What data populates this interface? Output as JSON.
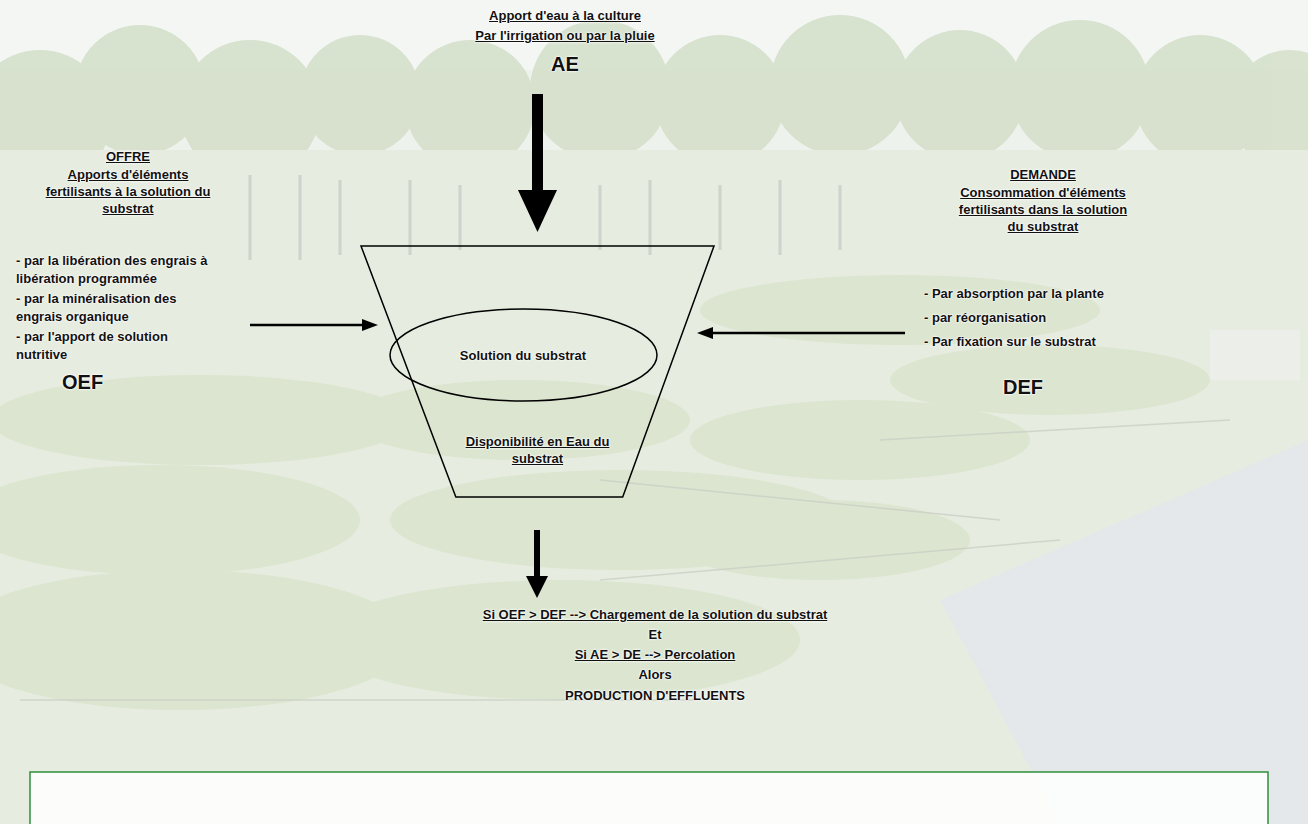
{
  "diagram": {
    "nodes": [
      {
        "text": [
          "Disponibilité en Eau du substrat"
        ]
      },
      {
        "text": [
          "Solution du substrat"
        ],
        "in": 0
      }
    ],
    "labels": [
      "Apport d'eau à la culture",
      "Par l'irrigation ou par la pluie",
      "AE",
      "OFFRE",
      "Apports d'éléments fertilisants à la solution du substrat",
      "- par la libération des engrais à libération programmée",
      "- par la minéralisation des engrais organique",
      "- par l'apport de solution nutritive",
      "OEF",
      "DEMANDE",
      "Consommation d'éléments fertilisants dans la solution du substrat",
      "- Par absorption par la plante",
      "- par réorganisation",
      "- Par fixation sur le substrat",
      "DEF",
      "Si OEF > DEF --> Chargement de la solution du substrat",
      "Et",
      "Si AE > DE --> Percolation",
      "Alors",
      "PRODUCTION D'EFFLUENTS"
    ]
  }
}
